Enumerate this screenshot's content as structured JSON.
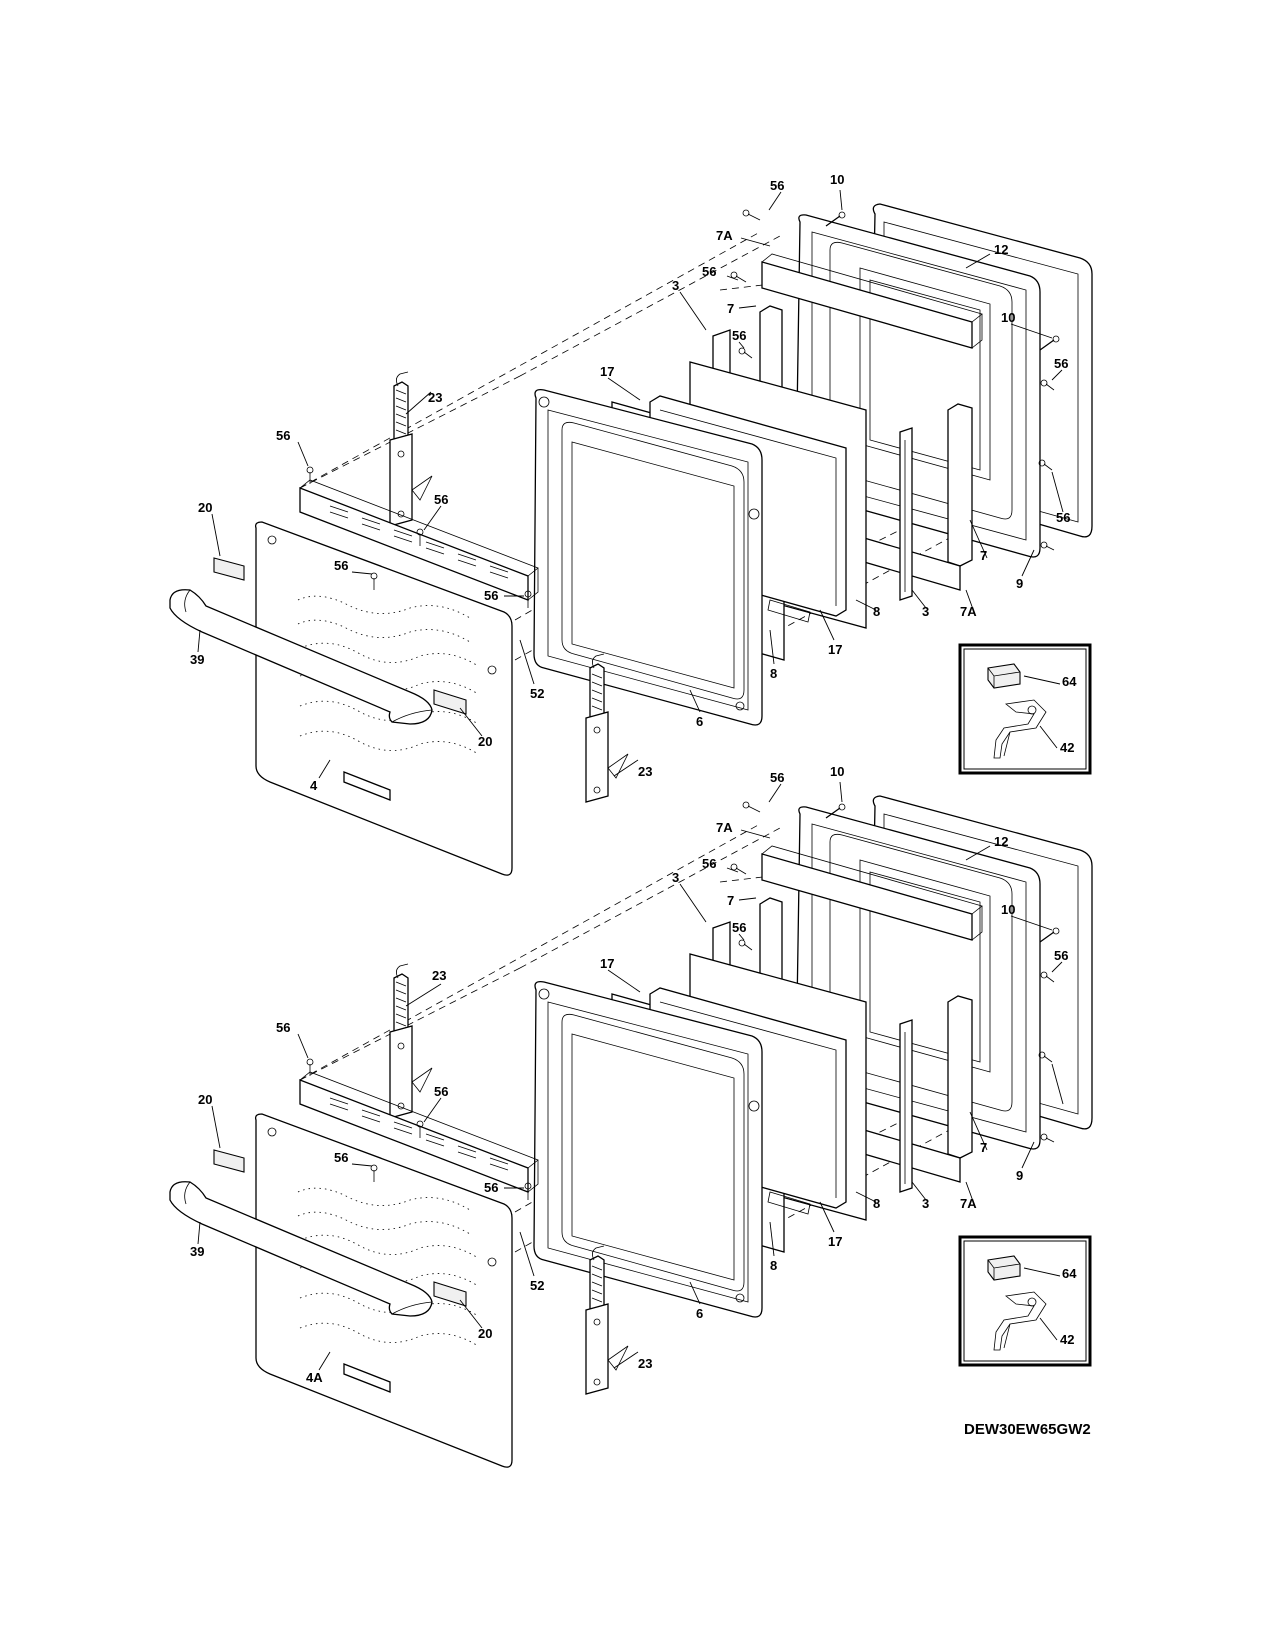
{
  "model_code": "DEW30EW65GW2",
  "assemblies": [
    {
      "id": "upper",
      "labels": [
        "56",
        "10",
        "7A",
        "12",
        "56",
        "3",
        "7",
        "10",
        "56",
        "56",
        "17",
        "56",
        "23",
        "56",
        "20",
        "56",
        "56",
        "56",
        "39",
        "52",
        "6",
        "8",
        "17",
        "8",
        "3",
        "7A",
        "7",
        "9",
        "20",
        "23",
        "4"
      ],
      "inset_labels": [
        "64",
        "42"
      ]
    },
    {
      "id": "lower",
      "labels": [
        "56",
        "10",
        "7A",
        "12",
        "56",
        "3",
        "7",
        "10",
        "56",
        "56",
        "17",
        "23",
        "56",
        "20",
        "56",
        "56",
        "56",
        "39",
        "52",
        "6",
        "8",
        "17",
        "8",
        "3",
        "7A",
        "7",
        "9",
        "20",
        "23",
        "4A"
      ],
      "inset_labels": [
        "64",
        "42"
      ]
    }
  ]
}
